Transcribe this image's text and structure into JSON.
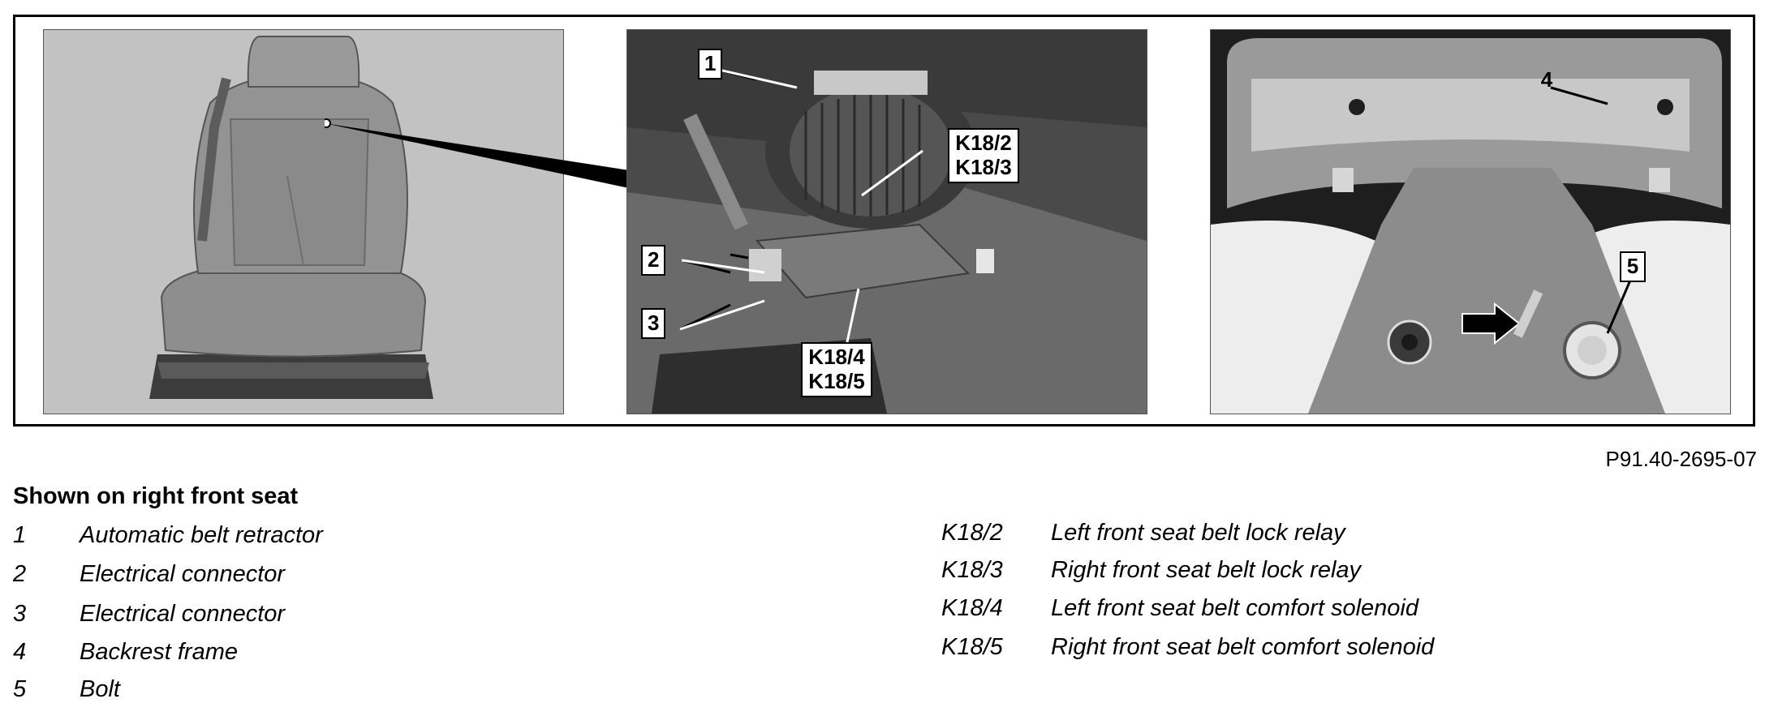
{
  "figure_id": "P91.40-2695-07",
  "callouts": {
    "c1": "1",
    "c2": "2",
    "c3": "3",
    "c4": "4",
    "c5": "5",
    "k18_2": "K18/2",
    "k18_3": "K18/3",
    "k18_4": "K18/4",
    "k18_5": "K18/5"
  },
  "legend": {
    "title": "Shown on right front seat",
    "left": [
      {
        "key": "1",
        "text": "Automatic belt retractor"
      },
      {
        "key": "2",
        "text": "Electrical connector"
      },
      {
        "key": "3",
        "text": "Electrical connector"
      },
      {
        "key": "4",
        "text": "Backrest frame"
      },
      {
        "key": "5",
        "text": "Bolt"
      }
    ],
    "right": [
      {
        "key": "K18/2",
        "text": "Left front seat belt lock relay"
      },
      {
        "key": "K18/3",
        "text": "Right front seat belt lock relay"
      },
      {
        "key": "K18/4",
        "text": "Left front seat belt comfort solenoid"
      },
      {
        "key": "K18/5",
        "text": "Right front seat belt comfort solenoid"
      }
    ]
  }
}
